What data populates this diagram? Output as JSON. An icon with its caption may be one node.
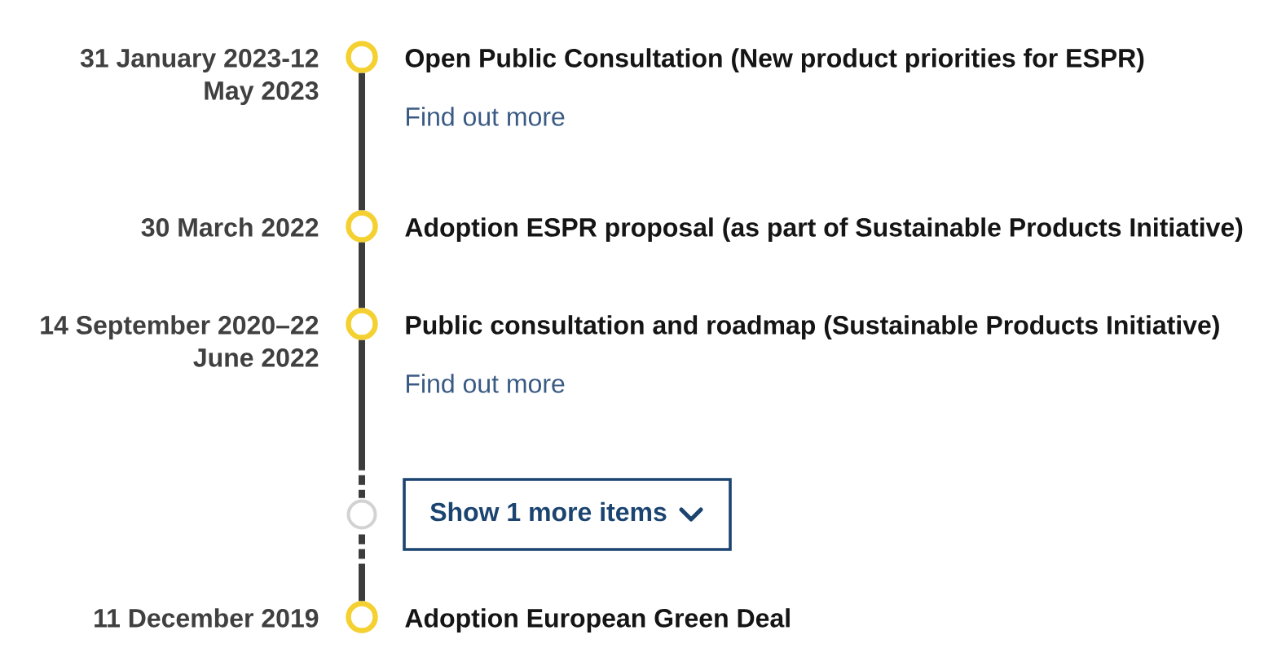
{
  "diagram": {
    "nodes": [
      {
        "text": [],
        "shape": "circle",
        "beside": [
          "31 January 2023-12 May 2023",
          "Open Public Consultation (New product priorities for ESPR)",
          "Find out more"
        ]
      },
      {
        "text": [],
        "shape": "circle",
        "beside": [
          "30 March 2022",
          "Adoption ESPR proposal (as part of Sustainable Products Initiative)"
        ]
      },
      {
        "text": [],
        "shape": "circle",
        "beside": [
          "14 September 2020–22 June 2022",
          "Public consultation and roadmap (Sustainable Products Initiative)",
          "Find out more"
        ]
      },
      {
        "text": [],
        "shape": "circle"
      },
      {
        "text": [
          "Show 1 more items"
        ]
      },
      {
        "text": [],
        "shape": "circle",
        "beside": [
          "11 December 2019",
          "Adoption European Green Deal"
        ]
      }
    ],
    "edges": [
      {
        "from": 0,
        "to": 1,
        "arrow": "none"
      },
      {
        "from": 1,
        "to": 2,
        "arrow": "none"
      },
      {
        "from": 2,
        "to": 3,
        "arrow": "none",
        "style": "dashed"
      },
      {
        "from": 3,
        "to": 5,
        "arrow": "none",
        "style": "dashed"
      }
    ]
  }
}
